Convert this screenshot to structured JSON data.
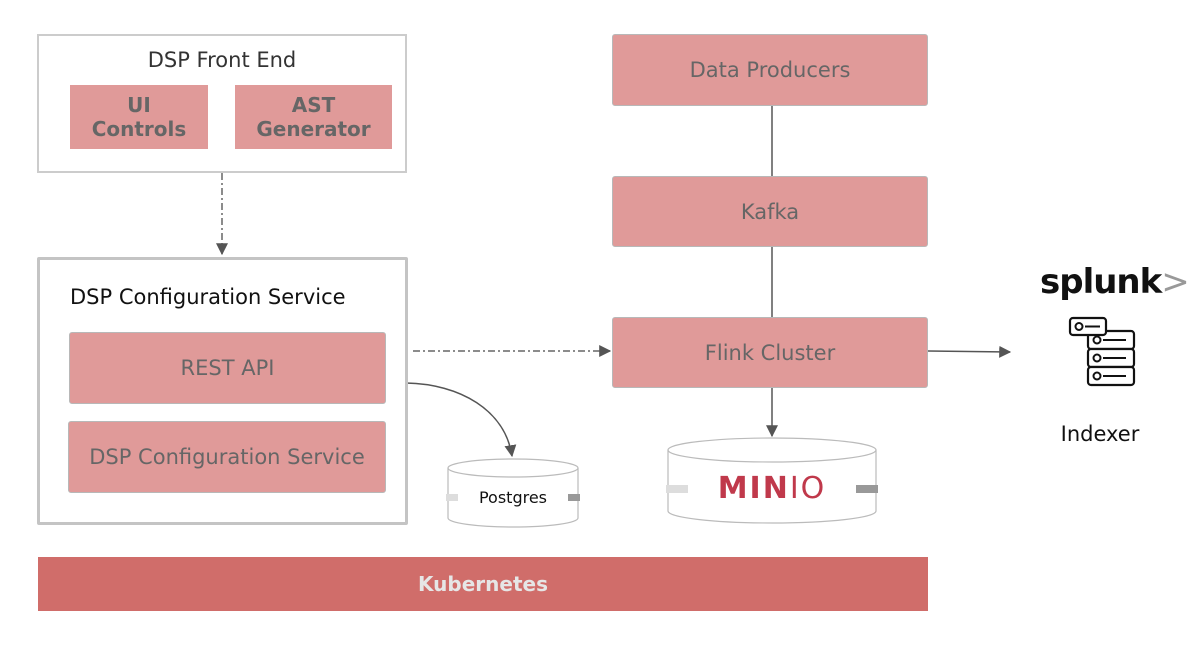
{
  "front_end": {
    "title": "DSP Front End",
    "components": [
      {
        "label_line1": "UI",
        "label_line2": "Controls"
      },
      {
        "label_line1": "AST",
        "label_line2": "Generator"
      }
    ]
  },
  "config_service": {
    "title": "DSP Configuration Service",
    "components": [
      {
        "label": "REST API"
      },
      {
        "label": "DSP Configuration Service"
      }
    ]
  },
  "pipeline": {
    "nodes": [
      {
        "label": "Data Producers"
      },
      {
        "label": "Kafka"
      },
      {
        "label": "Flink Cluster"
      }
    ]
  },
  "storage": {
    "postgres": {
      "label": "Postgres"
    },
    "minio": {
      "logo_part1": "MIN",
      "logo_part2": "IO",
      "logo_color": "#c0394b"
    }
  },
  "splunk": {
    "logo_text": "splunk",
    "logo_chevron": ">",
    "icon": "server-stack-icon",
    "label": "Indexer"
  },
  "platform": {
    "label": "Kubernetes"
  },
  "colors": {
    "component_fill": "#e09a99",
    "platform_fill": "#d06d6a",
    "frame_border": "#cccccc",
    "arrow": "#555555"
  }
}
